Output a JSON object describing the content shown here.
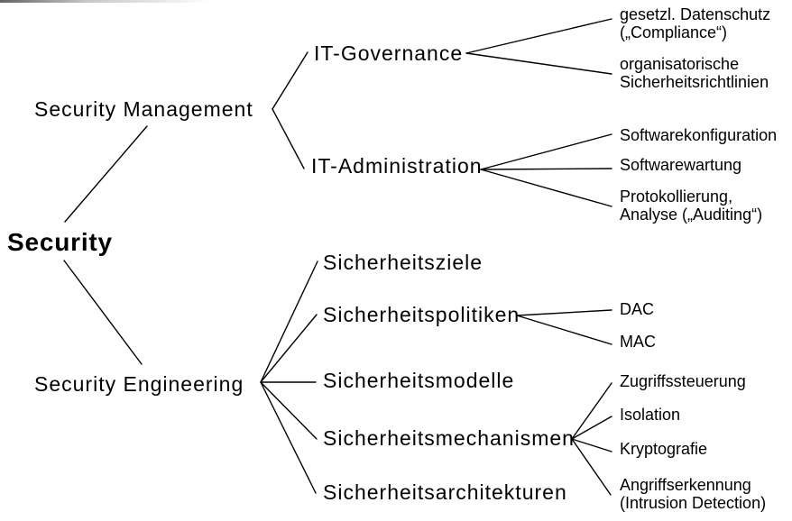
{
  "colors": {
    "text": "#000000",
    "line": "#000000",
    "background": "#ffffff"
  },
  "tree": {
    "label": "Security",
    "children": [
      {
        "label": "Security Management",
        "children": [
          {
            "label": "IT-Governance",
            "children": [
              {
                "label": "gesetzl. Datenschutz\n(„Compliance“)"
              },
              {
                "label": "organisatorische\nSicherheitsrichtlinien"
              }
            ]
          },
          {
            "label": "IT-Administration",
            "children": [
              {
                "label": "Softwarekonfiguration"
              },
              {
                "label": "Softwarewartung"
              },
              {
                "label": "Protokollierung,\nAnalyse („Auditing“)"
              }
            ]
          }
        ]
      },
      {
        "label": "Security Engineering",
        "children": [
          {
            "label": "Sicherheitsziele",
            "children": []
          },
          {
            "label": "Sicherheitspolitiken",
            "children": [
              {
                "label": "DAC"
              },
              {
                "label": "MAC"
              }
            ]
          },
          {
            "label": "Sicherheitsmodelle",
            "children": []
          },
          {
            "label": "Sicherheitsmechanismen",
            "children": [
              {
                "label": "Zugriffssteuerung"
              },
              {
                "label": "Isolation"
              },
              {
                "label": "Kryptografie"
              },
              {
                "label": "Angriffserkennung\n(Intrusion Detection)"
              }
            ]
          },
          {
            "label": "Sicherheitsarchitekturen",
            "children": []
          }
        ]
      }
    ]
  }
}
